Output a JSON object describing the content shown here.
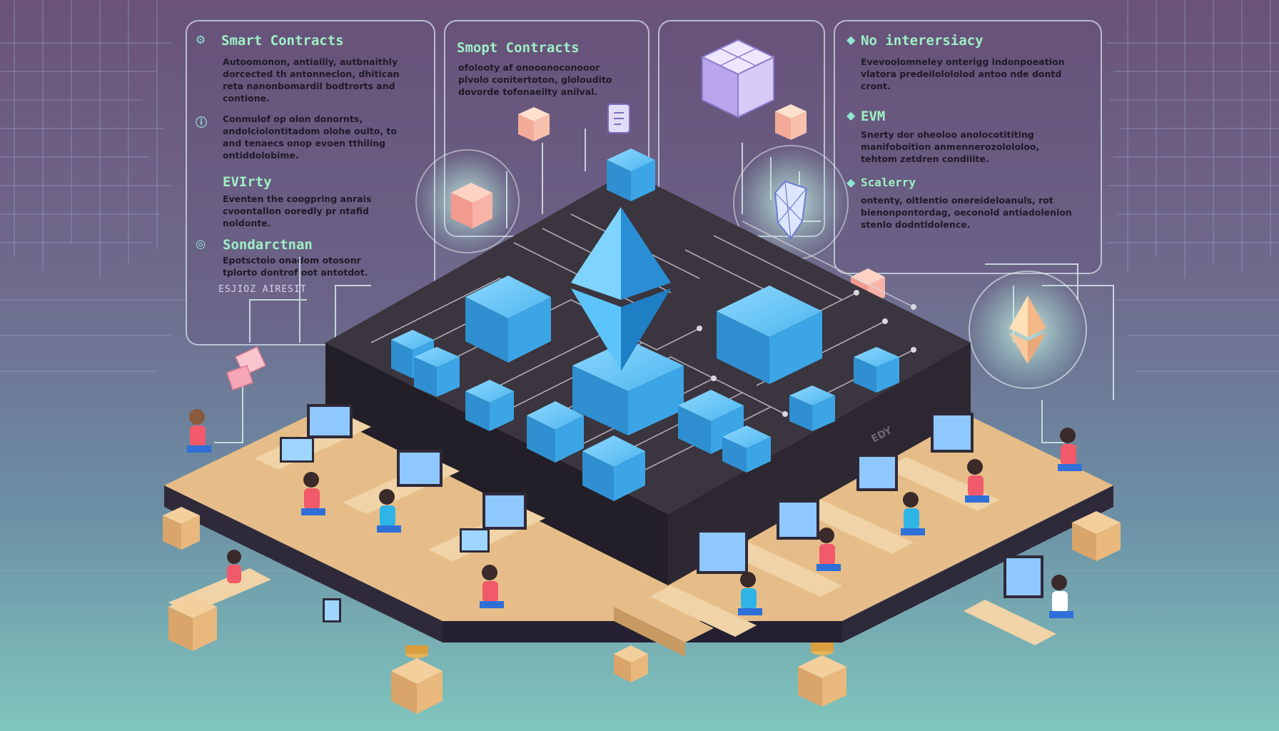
{
  "panel_1": {
    "title": "Smart Contracts",
    "text_1": "Autoomonon, antiailly, autbnaithly\ndorcected th antonneclon, dhitican\nreta nanonbomardil bodtrorts and\ncontione.",
    "text_2": "Conmulof op olon donornts,\nandolciolontitadom olohe oulto, to\nand tenaecs onop evoen tthiling\nontiddolobime.",
    "heading_2": "EVIrty",
    "text_3": "Eventen the coogpring anrais\ncvoontallon ooredly pr ntafid\nnoldonte.",
    "heading_3": "Sondarctnan",
    "text_4": "Epotsctoio onadom otosonr\ntplorto dontrof oot antotdot.",
    "footer": "ESJIOZ AIRESIT"
  },
  "panel_2": {
    "title": "Smopt Contracts",
    "text_1": "ofolooty af onooonoconooor\nplvolo conitertoton, gloloudito\ndovorde tofonaeilty anilval."
  },
  "panel_4": {
    "title": "No interersiacy",
    "text_1": "Evevoolomneley onterigg indonpoeation\nvlatora predeilolololod antoo nde dontd\ncront.",
    "heading_2": "EVM",
    "text_2": "Snerty dor oheoloo anolocotititing\nmanifoboition anmennerozolololoo,\ntehtom zetdren condilite.",
    "heading_3": "Scalerry",
    "text_3": "ontenty, oltlentio onereideloanuls, rot\nbienonpontordag, oeconold antiadolenion\nstenlo dodntldolence."
  },
  "platform_tag": "EDY",
  "colors": {
    "heading": "#9ef0c4",
    "block": "#4cb6ee",
    "platform": "#3a353e",
    "floor": "#e6bd88",
    "accent_pink": "#f6a9a0"
  },
  "icons": [
    "ethereum-diamond",
    "cube",
    "hexagon-gem",
    "desk-monitor",
    "cardboard-box"
  ]
}
